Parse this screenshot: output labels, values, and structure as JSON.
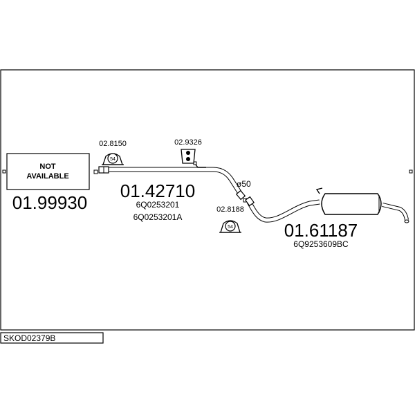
{
  "parts": {
    "not_available": {
      "line1": "NOT",
      "line2": "AVAILABLE",
      "number": "01.99930"
    },
    "front_pipe": {
      "number": "01.42710",
      "oem1": "6Q0253201",
      "oem2": "6Q0253201A"
    },
    "rear_silencer": {
      "number": "01.61187",
      "oem": "6Q9253609BC"
    },
    "clamp_front": {
      "number": "02.8150",
      "size": "54"
    },
    "hanger": {
      "number": "02.9326"
    },
    "clamp_rear": {
      "number": "02.8188",
      "size": "54"
    },
    "diameter_note": "ø50"
  },
  "footer": {
    "code": "SKOD02379B"
  }
}
